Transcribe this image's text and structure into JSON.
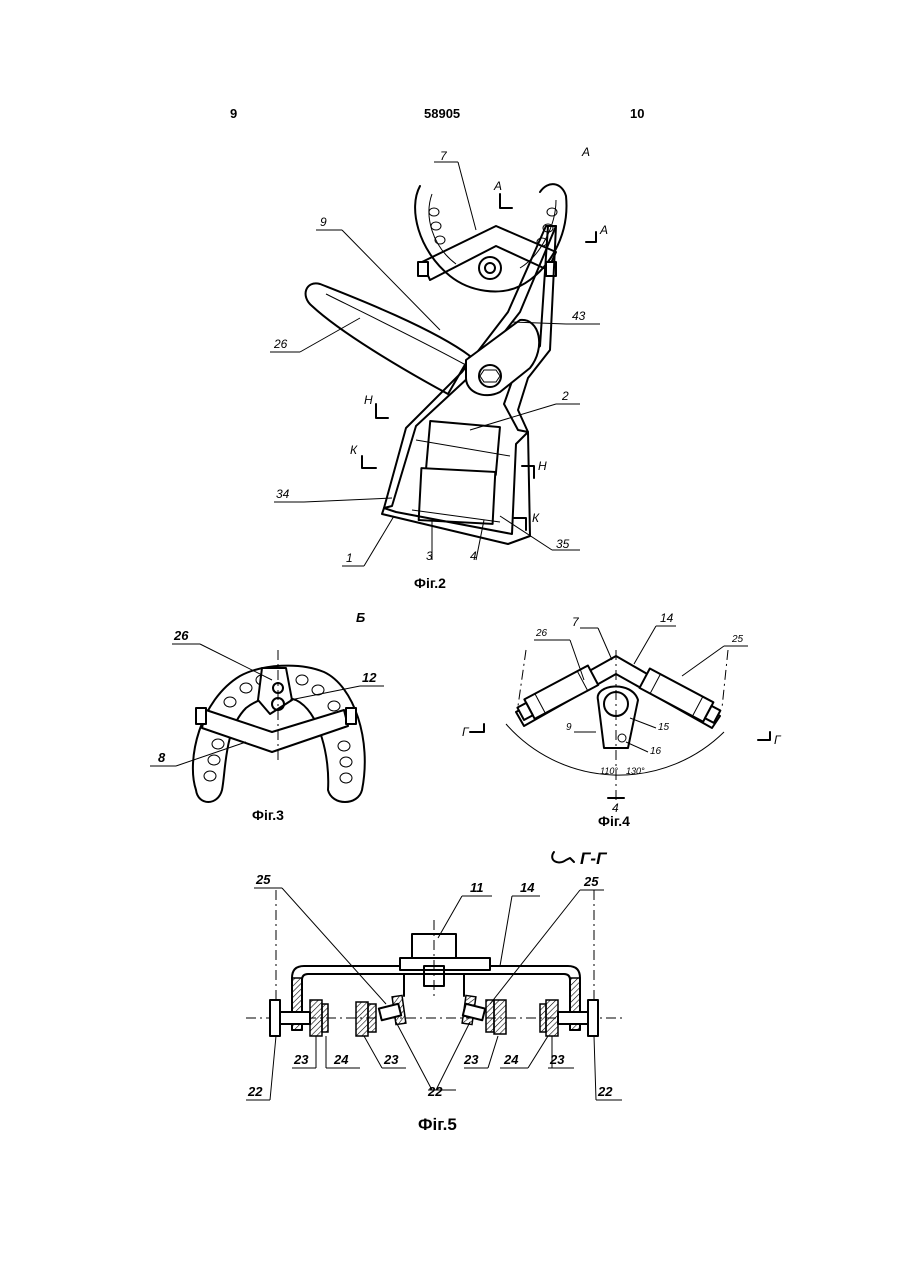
{
  "header": {
    "page_left": "9",
    "doc_number": "58905",
    "page_right": "10"
  },
  "fig2": {
    "caption": "Фіг.2",
    "view_label": "А",
    "section_marks": {
      "a_left": "А",
      "a_right": "А",
      "n_left": "Н",
      "n_right": "Н",
      "k_left": "К",
      "k_right": "К"
    },
    "labels": [
      "7",
      "9",
      "26",
      "43",
      "2",
      "34",
      "1",
      "3",
      "4",
      "35"
    ]
  },
  "fig3": {
    "caption": "Фіг.3",
    "view_label": "Б",
    "labels": [
      "26",
      "12",
      "8"
    ]
  },
  "fig4": {
    "caption": "Фіг.4",
    "labels": [
      "26",
      "7",
      "14",
      "25",
      "9",
      "15",
      "16"
    ],
    "angles": [
      "110°",
      "130°"
    ],
    "section_marks": {
      "left": "Г",
      "right": "Г",
      "bottom": "4"
    }
  },
  "fig5": {
    "caption": "Фіг.5",
    "section_title": "Г-Г",
    "labels_top": [
      "25",
      "11",
      "14",
      "25"
    ],
    "labels_bottom": [
      "22",
      "23",
      "24",
      "23",
      "22",
      "23",
      "24",
      "23",
      "22"
    ]
  }
}
